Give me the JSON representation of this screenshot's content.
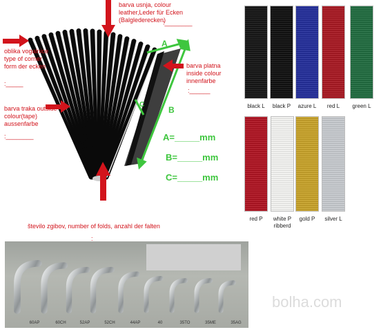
{
  "labels": {
    "leather_color": "barva usnja, colour leather,Leder für Ecken (Balglederecken)",
    "leather_blank": ":________",
    "corner_shape": "oblika vogalnice type of corner form der ecken",
    "corner_blank": ":_____",
    "inside_colour": "barva platna inside colour innenfarbe",
    "inside_blank": ":______",
    "outside_colour": "barva traka outside colour(tape) aussenfarbe",
    "outside_blank": ":________",
    "folds": "število zgibov, number of folds, anzahl der falten",
    "folds_blank": ":______"
  },
  "dims": {
    "a_letter": "A",
    "b_letter": "B",
    "c_letter": "C",
    "a_eq": "A=_____mm",
    "b_eq": "B=_____mm",
    "c_eq": "C=_____mm"
  },
  "swatches": [
    {
      "label": "black L",
      "color": "#111111"
    },
    {
      "label": "black P",
      "color": "#0b0b0b"
    },
    {
      "label": "azure L",
      "color": "#1f2a9a"
    },
    {
      "label": "red L",
      "color": "#a8141e"
    },
    {
      "label": "green L",
      "color": "#1c6a3c"
    },
    {
      "label": "red P",
      "color": "#b0101e"
    },
    {
      "label": "white P ribberd",
      "color": "#f6f6f4"
    },
    {
      "label": "gold P",
      "color": "#c9a326"
    },
    {
      "label": "silver L",
      "color": "#c8ccd0"
    }
  ],
  "corners": [
    "60AP",
    "60CH",
    "52AP",
    "52CH",
    "44AP",
    "40",
    "35TO",
    "35ME",
    "35AG"
  ],
  "watermark": "bolha.com",
  "colors": {
    "accent_red": "#d2141c",
    "accent_green": "#3ec63e"
  }
}
